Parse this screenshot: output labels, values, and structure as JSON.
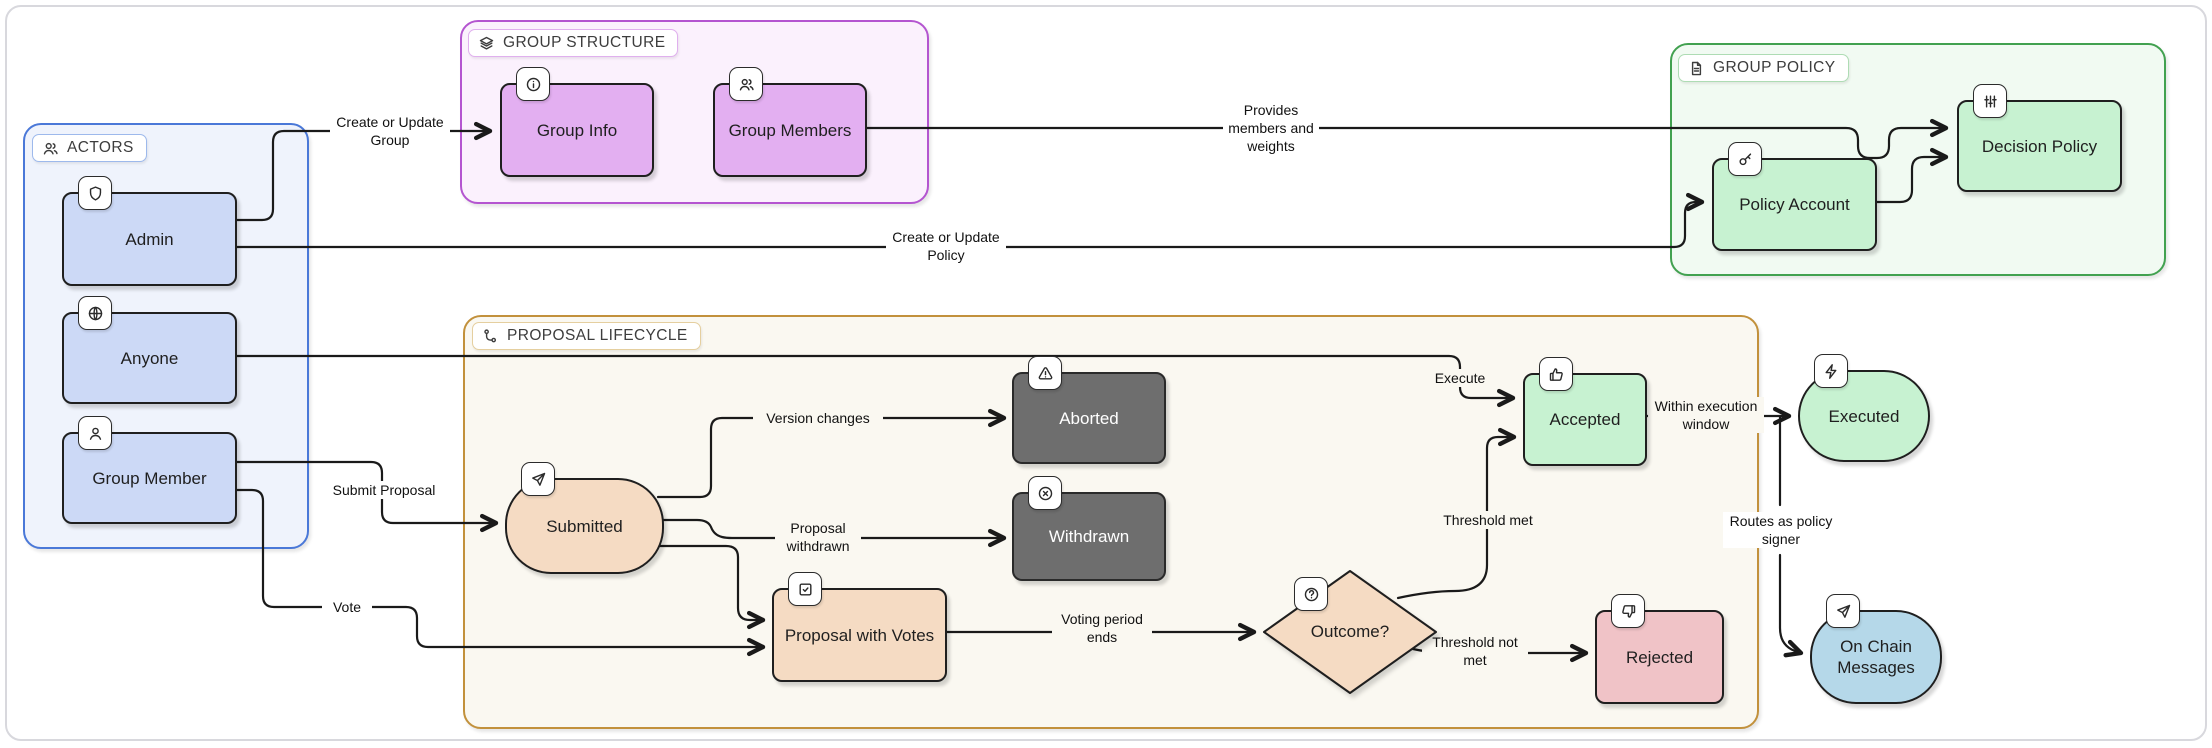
{
  "diagram": {
    "containers": {
      "actors": {
        "label": "ACTORS"
      },
      "group_structure": {
        "label": "GROUP STRUCTURE"
      },
      "group_policy": {
        "label": "GROUP POLICY"
      },
      "proposal_lifecycle": {
        "label": "PROPOSAL LIFECYCLE"
      }
    },
    "nodes": {
      "admin": {
        "label": "Admin",
        "icon": "shield-icon"
      },
      "anyone": {
        "label": "Anyone",
        "icon": "globe-icon"
      },
      "group_member": {
        "label": "Group Member",
        "icon": "user-icon"
      },
      "group_info": {
        "label": "Group Info",
        "icon": "info-icon"
      },
      "group_members": {
        "label": "Group Members",
        "icon": "users-icon"
      },
      "policy_account": {
        "label": "Policy Account",
        "icon": "key-icon"
      },
      "decision_policy": {
        "label": "Decision Policy",
        "icon": "sliders-icon"
      },
      "submitted": {
        "label": "Submitted",
        "icon": "send-icon"
      },
      "proposal_with_votes": {
        "label": "Proposal with Votes",
        "icon": "check-square-icon"
      },
      "aborted": {
        "label": "Aborted",
        "icon": "alert-triangle-icon"
      },
      "withdrawn": {
        "label": "Withdrawn",
        "icon": "x-circle-icon"
      },
      "outcome": {
        "label": "Outcome?",
        "icon": "help-circle-icon"
      },
      "accepted": {
        "label": "Accepted",
        "icon": "thumbs-up-icon"
      },
      "rejected": {
        "label": "Rejected",
        "icon": "thumbs-down-icon"
      },
      "executed": {
        "label": "Executed",
        "icon": "zap-icon"
      },
      "on_chain_messages": {
        "label": "On Chain Messages",
        "icon": "send-icon"
      }
    },
    "edge_labels": {
      "create_group": "Create or Update Group",
      "create_policy": "Create or Update Policy",
      "provides_members": "Provides members and weights",
      "execute": "Execute",
      "submit_proposal": "Submit Proposal",
      "vote": "Vote",
      "version_changes": "Version changes",
      "proposal_withdrawn": "Proposal withdrawn",
      "voting_period_ends": "Voting period ends",
      "threshold_met": "Threshold met",
      "threshold_not_met": "Threshold not met",
      "within_execution_window": "Within execution window",
      "routes_as_policy_signer": "Routes as policy signer"
    },
    "colors": {
      "actor_node_fill": "#ccd9f6",
      "actors_container_border": "#4a78d8",
      "structure_node_fill": "#e3aff1",
      "structure_container_border": "#b455d0",
      "policy_node_fill": "#c7f2d1",
      "policy_container_border": "#42a150",
      "lifecycle_container_border": "#c2913c",
      "lifecycle_container_fill": "#faf8f1",
      "proposal_node_fill": "#f5dbc3",
      "terminal_gray_fill": "#6e6e6e",
      "rejected_fill": "#f0c3c7",
      "on_chain_fill": "#b5d8e9",
      "edge_stroke": "#1a1a1a"
    }
  }
}
